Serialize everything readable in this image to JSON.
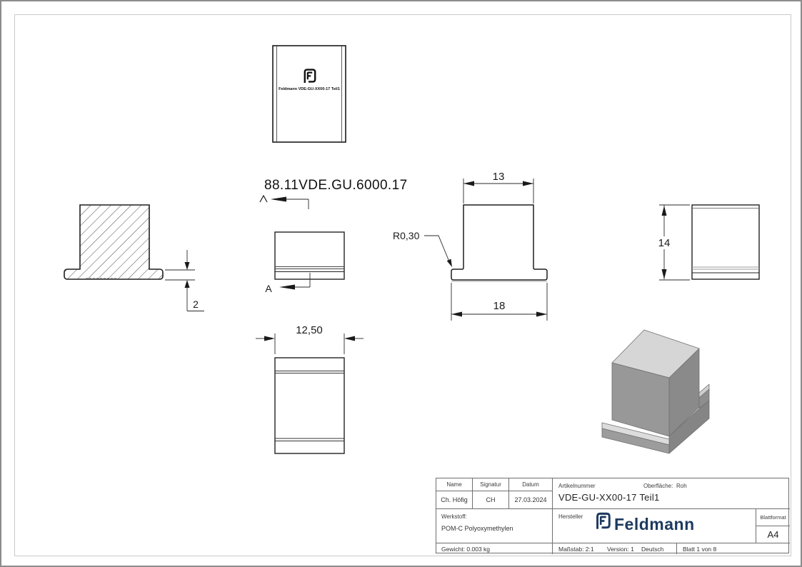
{
  "drawing": {
    "engraving_note": "88.11VDE.GU.6000.17",
    "section_marker": "A",
    "part_label": "Feldmann VDE-GU-XX00-17 Teil1",
    "dims": {
      "flange_thickness": "2",
      "top_width": "13",
      "base_width": "18",
      "fillet_radius": "R0,30",
      "height": "14",
      "side_width": "12,50"
    }
  },
  "title_block": {
    "col_name": "Name",
    "col_signatur": "Signatur",
    "col_datum": "Datum",
    "name": "Ch. Höfig",
    "signatur": "CH",
    "datum": "27.03.2024",
    "artikelnummer_label": "Artikelnummer",
    "artikelnummer": "VDE-GU-XX00-17 Teil1",
    "oberflaeche_label": "Oberfläche:",
    "oberflaeche_value": "Roh",
    "werkstoff_label": "Werkstoff:",
    "werkstoff_value": "POM-C Polyoxymethylen",
    "gewicht": "Gewicht: 0.003 kg",
    "hersteller_label": "Hersteller",
    "brand": "Feldmann",
    "blattformat_label": "Blattformat",
    "blattformat_value": "A4",
    "massstab": "Maßstab: 2:1",
    "version": "Version: 1",
    "language": "Deutsch",
    "blatt": "Blatt 1 von 8"
  },
  "colors": {
    "brand_navy": "#1d3a5f",
    "edge_dark": "#1f1f1f",
    "frame_gray": "#cacaca"
  }
}
